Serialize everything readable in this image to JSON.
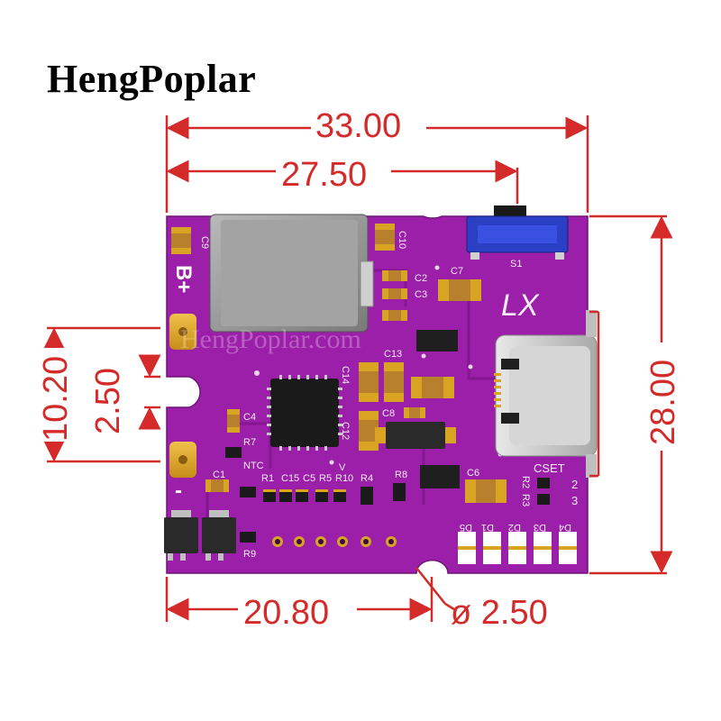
{
  "brand": "HengPoplar",
  "watermark": "HengPoplar.com",
  "dimensions": {
    "board_width": "33.00",
    "switch_offset": "27.50",
    "pad_span": "10.20",
    "slot_width": "2.50",
    "board_height": "28.00",
    "hole_offset": "20.80",
    "hole_diameter": "ø 2.50"
  },
  "silkscreen": {
    "b_plus": "B+",
    "b_minus": "-",
    "lx": "LX",
    "cset": "CSET",
    "cset_2": "2",
    "cset_3": "3",
    "ntc": "NTC",
    "v": "V",
    "s1": "S1",
    "c1": "C1",
    "c2": "C2",
    "c3": "C3",
    "c4": "C4",
    "c5": "C5",
    "c6": "C6",
    "c7": "C7",
    "c8": "C8",
    "c9": "C9",
    "c10": "C10",
    "c12": "C12",
    "c13": "C13",
    "c14": "C14",
    "c15": "C15",
    "r1": "R1",
    "r2": "R2",
    "r3": "R3",
    "r4": "R4",
    "r5": "R5",
    "r7": "R7",
    "r8": "R8",
    "r9": "R9",
    "r10": "R10",
    "d1": "D1",
    "d2": "D2",
    "d3": "D3",
    "d4": "D4",
    "d5": "D5"
  },
  "colors": {
    "pcb": "#9b1fa8",
    "dimension": "#d42a2a",
    "pad": "#d9a424",
    "switch": "#2a3fc4"
  }
}
